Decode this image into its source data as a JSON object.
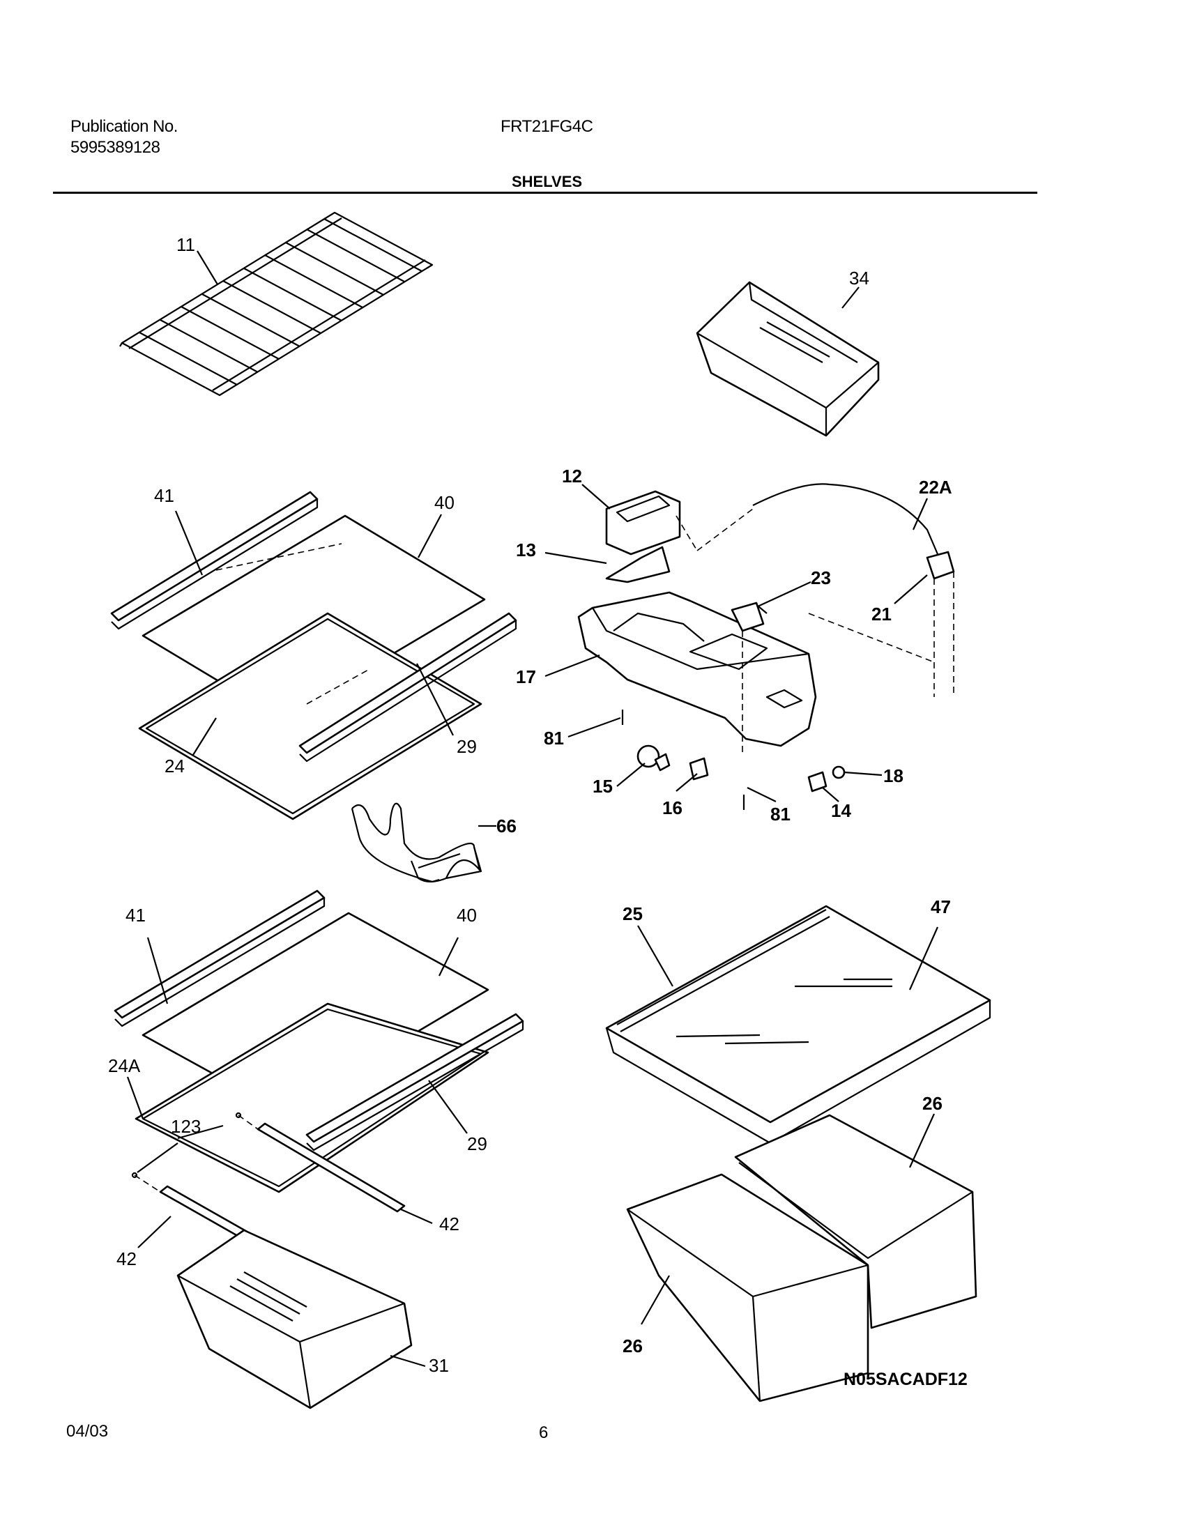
{
  "header": {
    "publication_label": "Publication No.",
    "publication_number": "5995389128",
    "model": "FRT21FG4C",
    "section_title": "SHELVES"
  },
  "labels": {
    "p11": "11",
    "p34": "34",
    "p41a": "41",
    "p40a": "40",
    "p29a": "29",
    "p24": "24",
    "p66": "66",
    "p12": "12",
    "p22a": "22A",
    "p13": "13",
    "p23": "23",
    "p21": "21",
    "p17": "17",
    "p81a": "81",
    "p81b": "81",
    "p15": "15",
    "p16": "16",
    "p18": "18",
    "p14": "14",
    "p41b": "41",
    "p40b": "40",
    "p24a": "24A",
    "p123": "123",
    "p29b": "29",
    "p42a": "42",
    "p42b": "42",
    "p31": "31",
    "p25": "25",
    "p47": "47",
    "p26a": "26",
    "p26b": "26"
  },
  "diagram_code": "N05SACADF12",
  "footer": {
    "date": "04/03",
    "page": "6"
  }
}
